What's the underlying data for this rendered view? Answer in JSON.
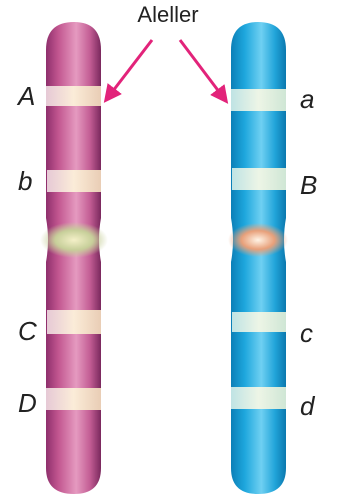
{
  "diagram": {
    "title": "Aleller",
    "left_chromosome": {
      "color": "#c1558f",
      "band_color": "#f3e1c6",
      "loci": [
        "A",
        "b",
        "C",
        "D"
      ]
    },
    "right_chromosome": {
      "color": "#1ea7dd",
      "band_color": "#d9ece0",
      "loci": [
        "a",
        "B",
        "c",
        "d"
      ]
    },
    "arrow_color": "#e2237a"
  }
}
